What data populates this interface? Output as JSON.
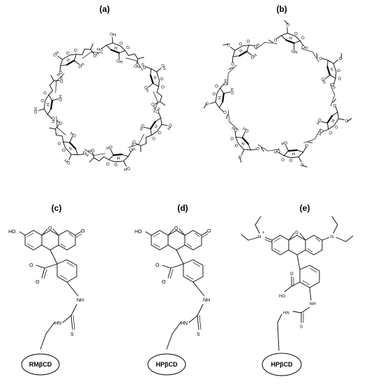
{
  "panels": [
    {
      "label": "(a)"
    },
    {
      "label": "(b)"
    },
    {
      "label": "(c)",
      "cd": "RMβCD"
    },
    {
      "label": "(d)",
      "cd": "HPβCD"
    },
    {
      "label": "(e)",
      "cd": "HPβCD"
    }
  ],
  "atoms": {
    "ho": "HO",
    "o": "O",
    "oh": "OH",
    "o_minus": "O",
    "nh": "NH",
    "hn": "HN",
    "s": "S",
    "n_plus": "N",
    "n": "N",
    "h": "H"
  }
}
